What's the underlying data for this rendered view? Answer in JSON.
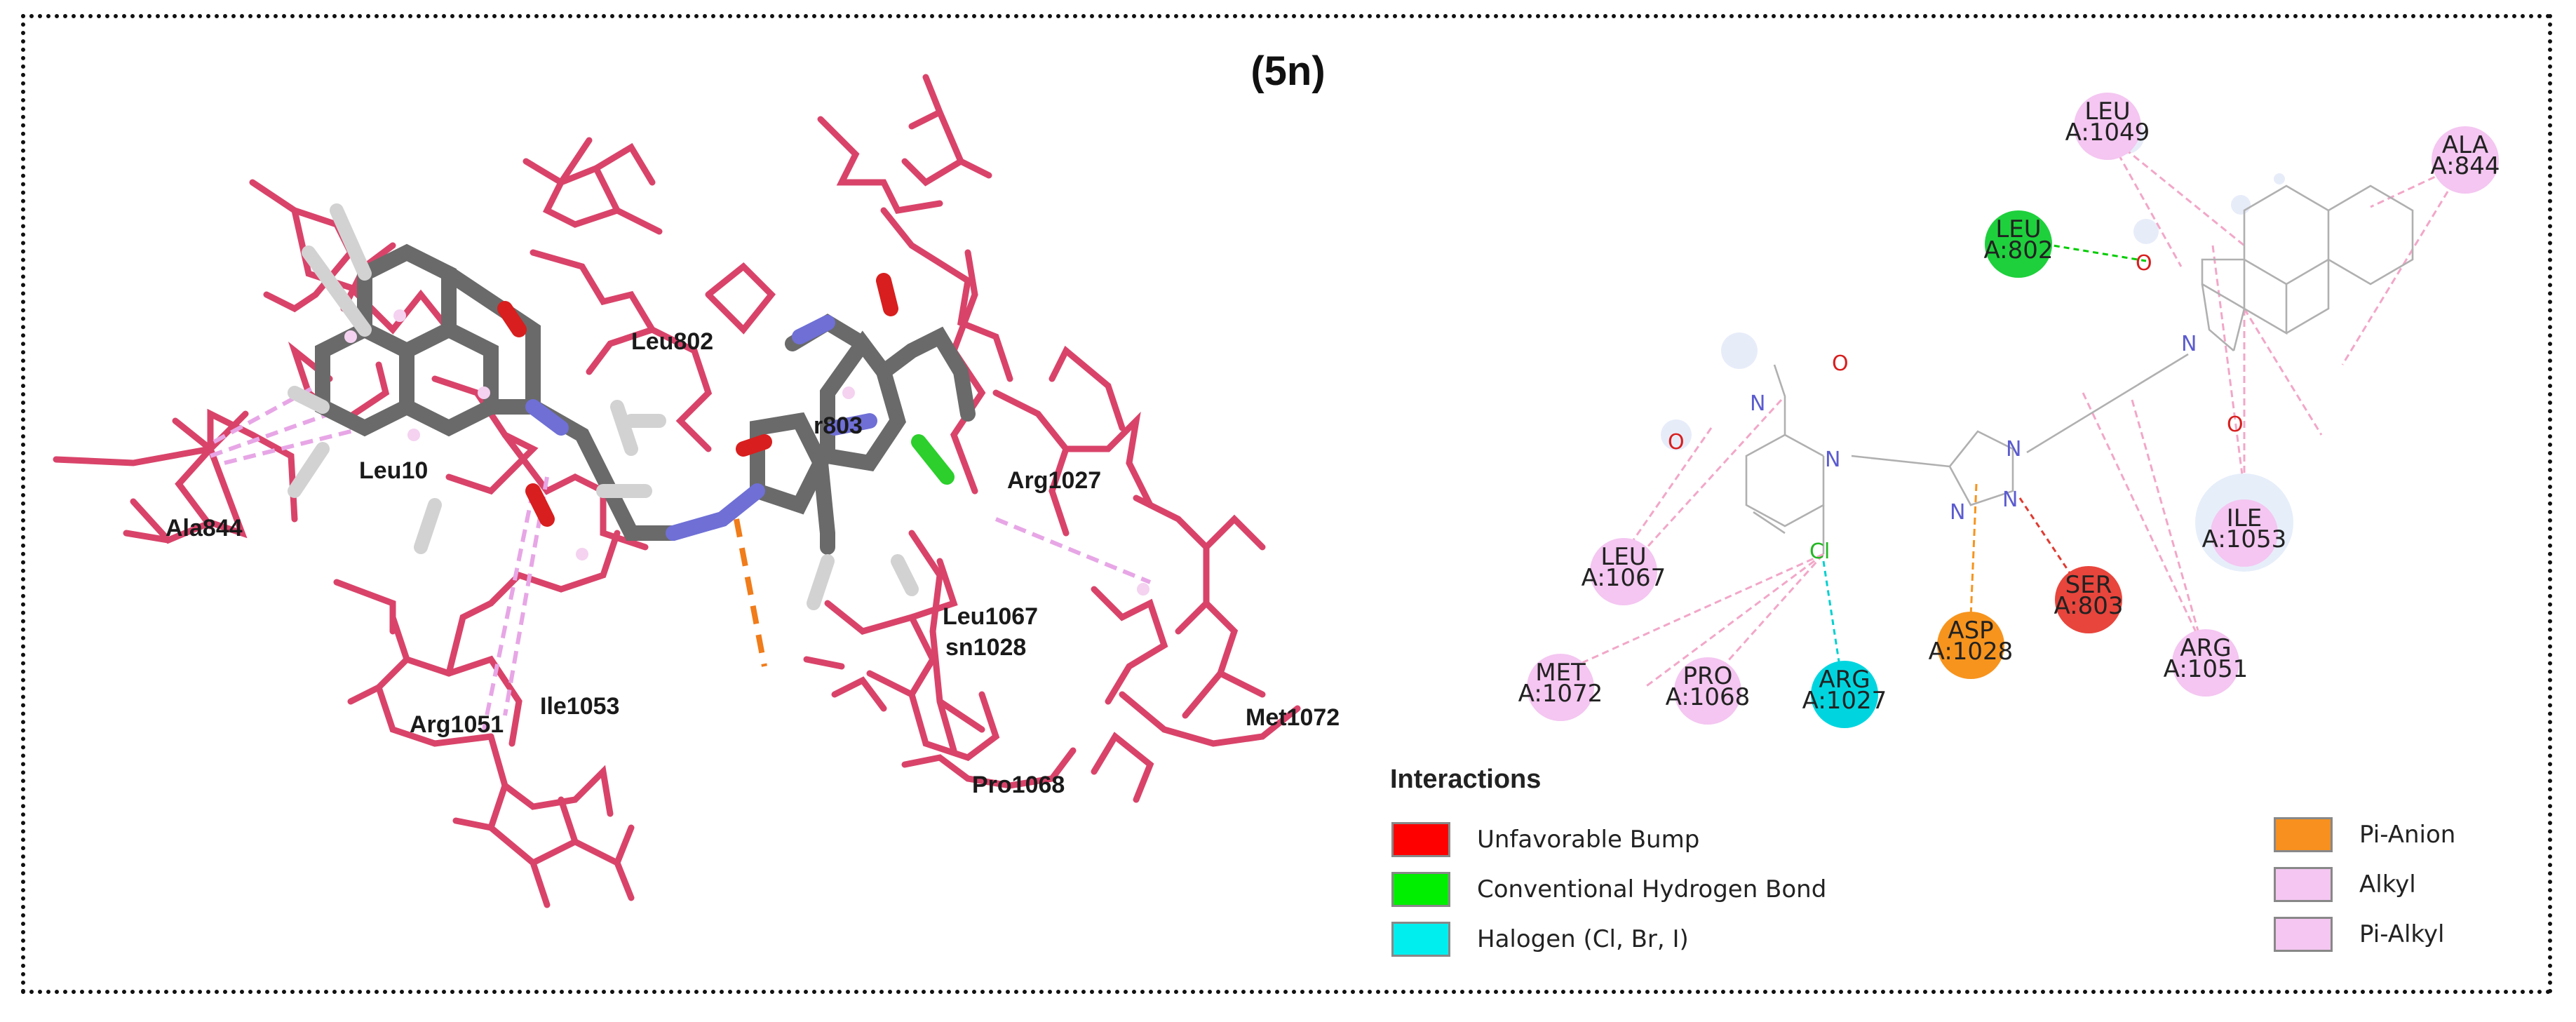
{
  "figure": {
    "title": "(5n)"
  },
  "residues_3d": [
    "Leu802",
    "Leu10",
    "Ala844",
    "r803",
    "Arg1027",
    "Leu1067",
    "sn1028",
    "Arg1051",
    "Ile1053",
    "Met1072",
    "Pro1068"
  ],
  "ligand2d": {
    "atoms": {
      "o_top": "O",
      "o_left": "O",
      "n_pyr1": "N",
      "n_pyr3": "N",
      "cl": "Cl",
      "n_tri1": "N",
      "n_tri2": "N",
      "n_tri3": "N",
      "o_naph_top": "O",
      "o_naph_bot": "O",
      "n_naph": "N"
    }
  },
  "residues_2d": [
    {
      "name": "LEU",
      "id": "A:1049",
      "type": "alkyl"
    },
    {
      "name": "ALA",
      "id": "A:844",
      "type": "alkyl"
    },
    {
      "name": "LEU",
      "id": "A:802",
      "type": "hbond"
    },
    {
      "name": "ILE",
      "id": "A:1053",
      "type": "alkyl"
    },
    {
      "name": "LEU",
      "id": "A:1067",
      "type": "alkyl"
    },
    {
      "name": "SER",
      "id": "A:803",
      "type": "bump"
    },
    {
      "name": "ASP",
      "id": "A:1028",
      "type": "pianion"
    },
    {
      "name": "ARG",
      "id": "A:1051",
      "type": "alkyl"
    },
    {
      "name": "MET",
      "id": "A:1072",
      "type": "alkyl"
    },
    {
      "name": "PRO",
      "id": "A:1068",
      "type": "alkyl"
    },
    {
      "name": "ARG",
      "id": "A:1027",
      "type": "halogen"
    }
  ],
  "legend": {
    "title": "Interactions",
    "items": [
      {
        "label": "Unfavorable Bump",
        "color": "#ff0000"
      },
      {
        "label": "Conventional Hydrogen Bond",
        "color": "#00ee00"
      },
      {
        "label": "Halogen (Cl, Br, I)",
        "color": "#00eeee"
      },
      {
        "label": "Pi-Anion",
        "color": "#f7901e"
      },
      {
        "label": "Alkyl",
        "color": "#f4c6f1"
      },
      {
        "label": "Pi-Alkyl",
        "color": "#f4c6f1"
      }
    ]
  },
  "colors": {
    "residue_3d": "#d9436a",
    "ligand_carbon": "#6a6a6a",
    "ligand_nitrogen": "#6f6fd6",
    "ligand_oxygen": "#d81e1e",
    "ligand_chlorine": "#2ccf2c",
    "alkyl": "#f4c6f1",
    "hbond": "#00dd00",
    "halogen": "#00dede",
    "bump": "#e8453c",
    "pianion": "#f7941d"
  }
}
